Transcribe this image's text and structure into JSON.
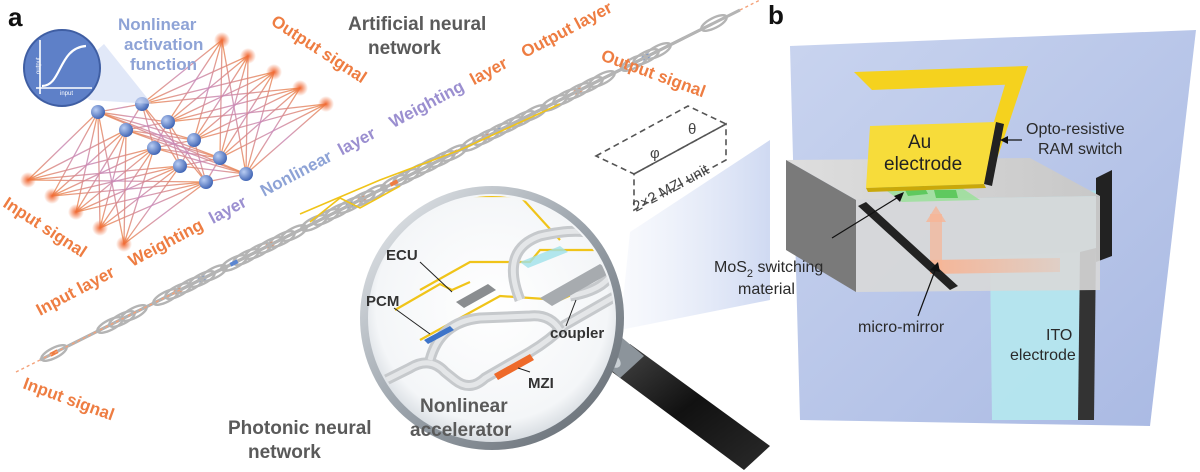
{
  "panel_a": {
    "letter": "a",
    "ann": {
      "title_line1": "Artificial neural",
      "title_line2": "network",
      "activation_line1": "Nonlinear",
      "activation_line2": "activation",
      "activation_line3": "function",
      "inset_xlabel": "input",
      "inset_ylabel": "output",
      "output_signal": "Output signal",
      "input_signal": "Input signal"
    },
    "layers": {
      "input_layer": "Input layer",
      "weighting_1": "Weighting",
      "weighting_1_suffix": "layer",
      "nonlinear_1": "Nonlinear",
      "nonlinear_1_suffix": "layer",
      "weighting_2": "Weighting",
      "weighting_2_suffix": "layer",
      "output_layer": "Output layer"
    },
    "photonic": {
      "title_line1": "Photonic neural",
      "title_line2": "network",
      "output_signal": "Output signal",
      "input_signal": "Input signal",
      "mzi_unit": "2×2 MZI unit",
      "phi": "φ",
      "theta": "θ"
    },
    "magnifier": {
      "ecu": "ECU",
      "pcm": "PCM",
      "coupler": "coupler",
      "mzi": "MZI",
      "title_line1": "Nonlinear",
      "title_line2": "accelerator"
    }
  },
  "panel_b": {
    "letter": "b",
    "au_line1": "Au",
    "au_line2": "electrode",
    "switch_line1": "Opto-resistive",
    "switch_line2": "RAM switch",
    "mos2_prefix": "MoS",
    "mos2_sub": "2",
    "mos2_suffix": " switching",
    "mos2_line2": "material",
    "micro_mirror": "micro-mirror",
    "ito_line1": "ITO",
    "ito_line2": "electrode"
  },
  "colors": {
    "orange": "#ee7d42",
    "purple": "#9b8fd0",
    "blue": "#5b86d1",
    "gold": "#f5d21e",
    "waveguide": "#b4b4b4"
  }
}
